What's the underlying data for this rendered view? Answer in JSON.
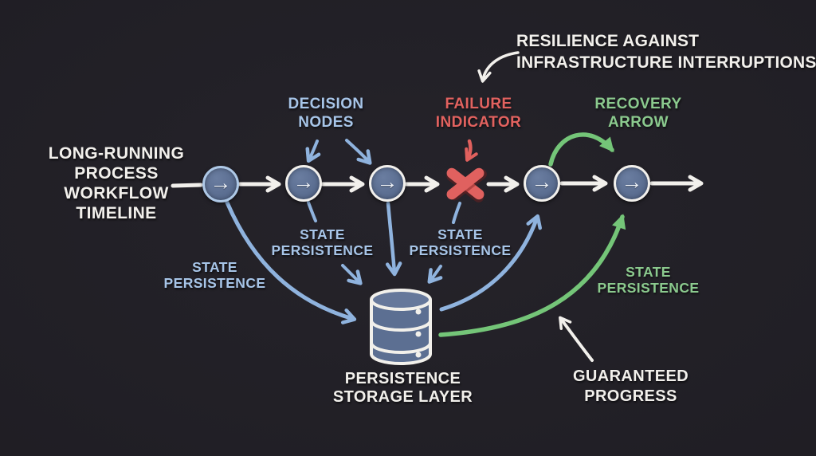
{
  "diagram": {
    "title": "LONG-RUNNING\nPROCESS\nWORKFLOW\nTIMELINE",
    "annotations": {
      "resilience": "RESILIENCE AGAINST\nINFRASTRUCTURE INTERRUPTIONS",
      "decision_nodes": "DECISION\nNODES",
      "failure_indicator": "FAILURE\nINDICATOR",
      "recovery_arrow": "RECOVERY\nARROW",
      "guaranteed_progress": "GUARANTEED\nPROGRESS",
      "state_persistence": "STATE\nPERSISTENCE"
    },
    "storage": {
      "label": "PERSISTENCE\nSTORAGE LAYER"
    },
    "timeline": {
      "node_glyph": "→"
    }
  },
  "colors": {
    "bg": "#201e25",
    "white": "#f2f0ec",
    "blue-text": "#a7c5e8",
    "blue-arrow": "#8fb3de",
    "red": "#e0605d",
    "green": "#74c578",
    "green-text": "#8bca8e",
    "node-fill": "#5c6f92"
  }
}
